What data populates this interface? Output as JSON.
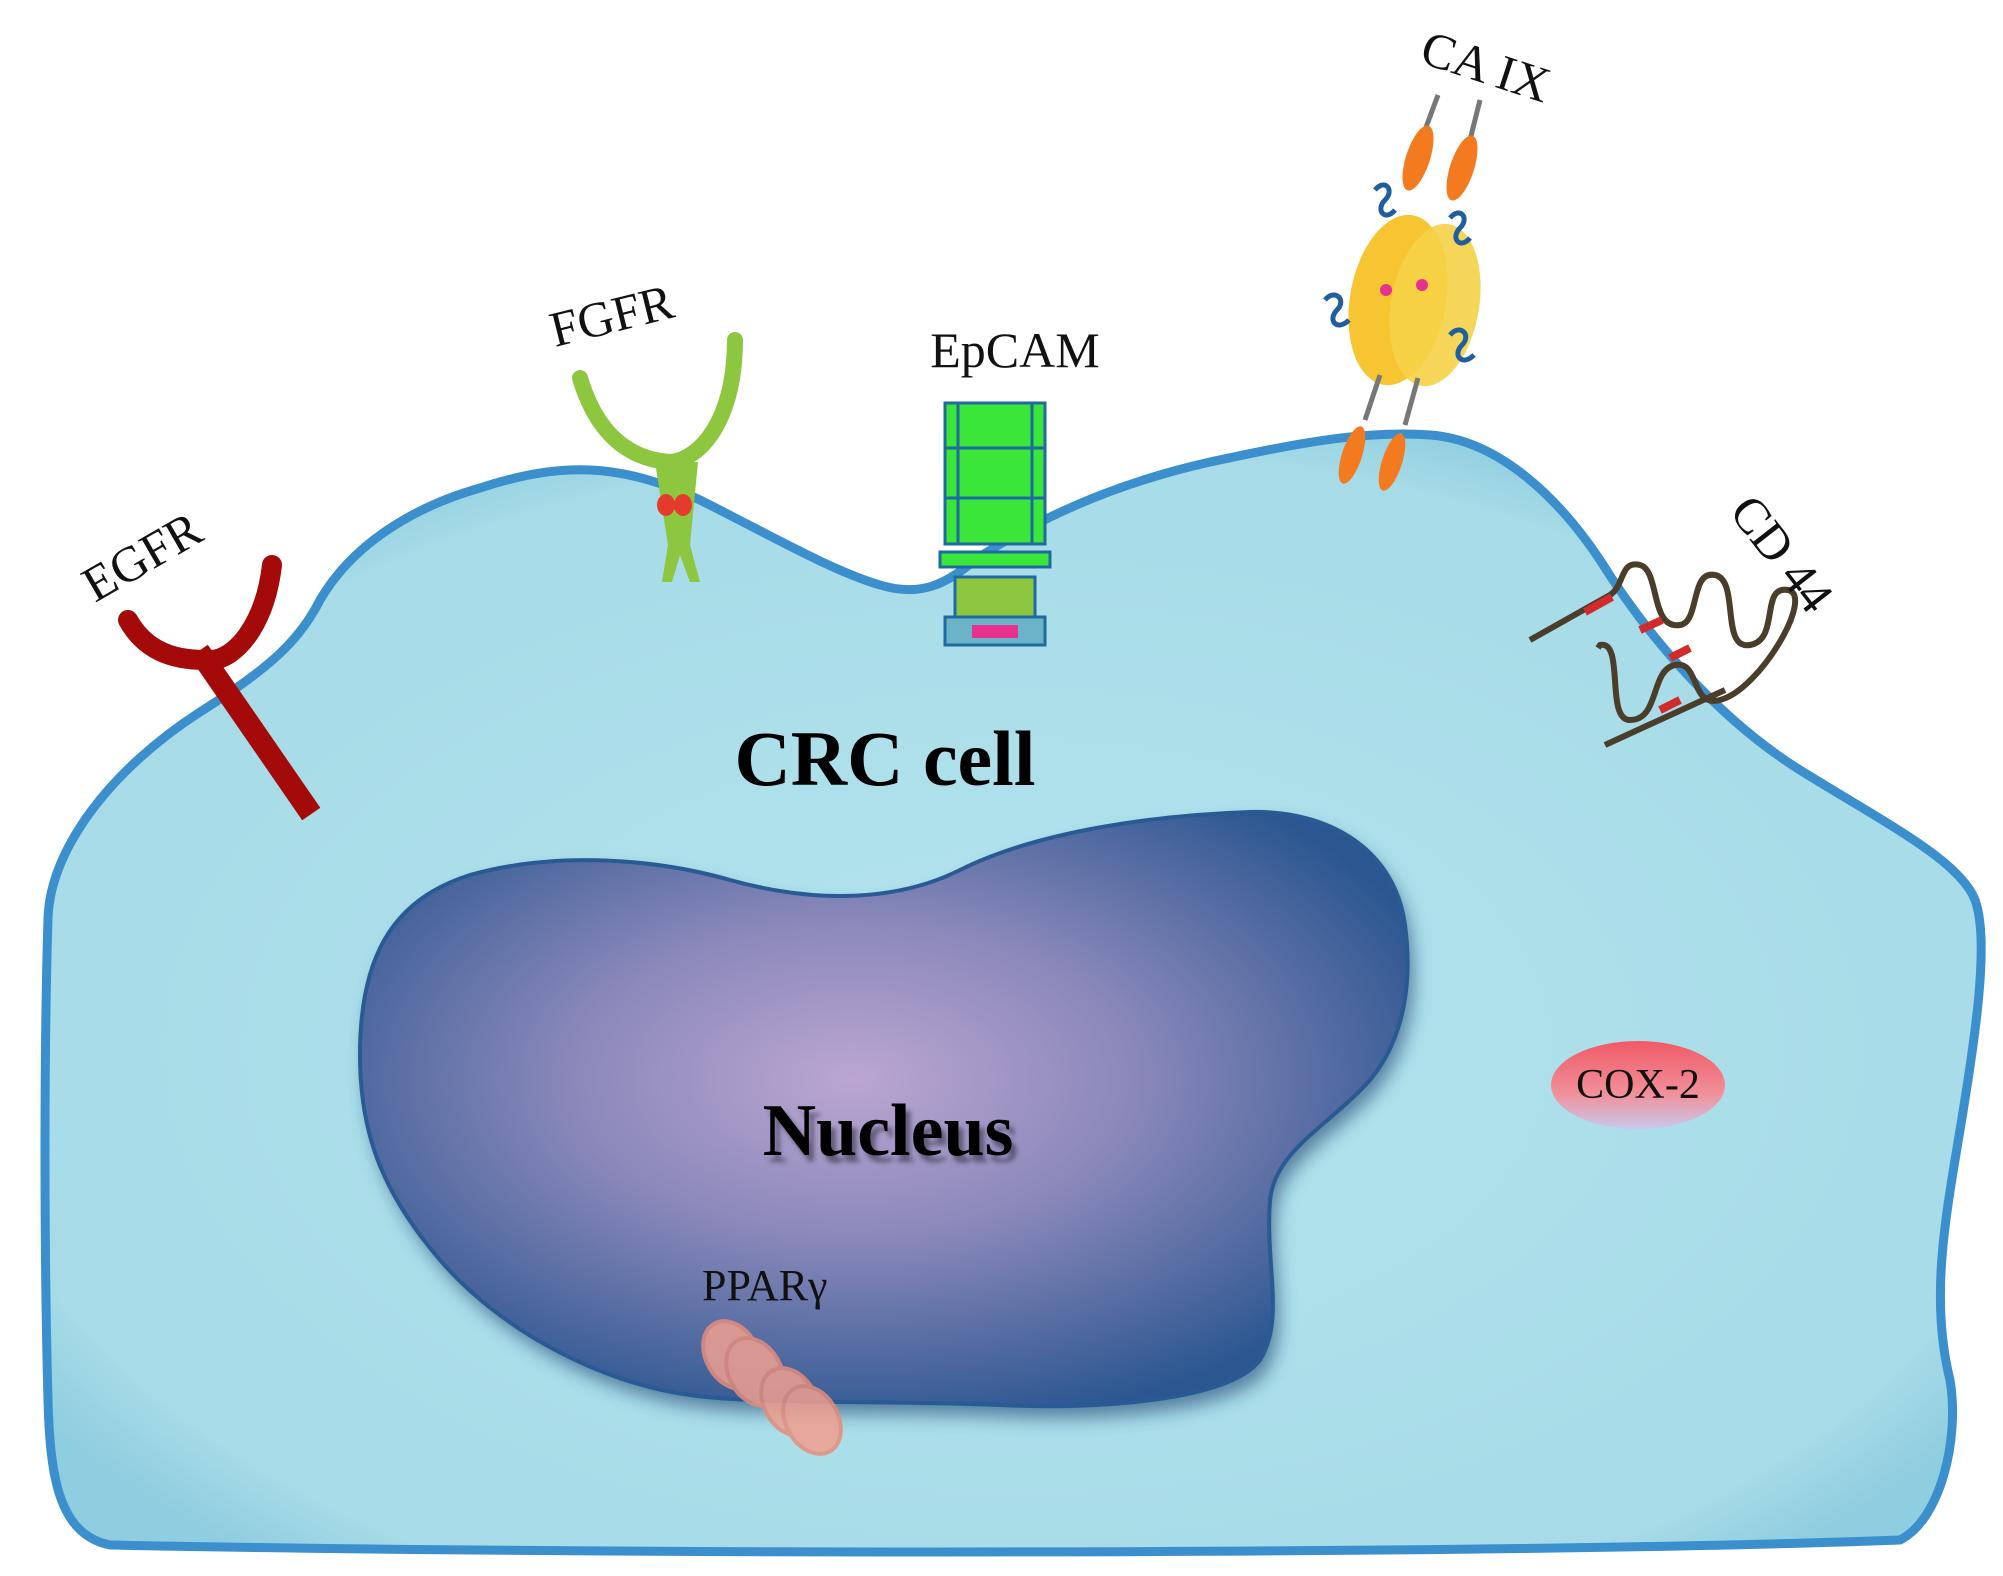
{
  "diagram": {
    "cell_label": "CRC cell",
    "nucleus_label": "Nucleus",
    "markers": {
      "egfr": "EGFR",
      "fgfr": "FGFR",
      "epcam": "EpCAM",
      "ca9": "CA IX",
      "cd44": "CD 44",
      "cox2": "COX-2",
      "ppar": "PPARγ"
    }
  },
  "colors": {
    "cell_fill": "#a8dde8",
    "cell_border": "#3b8fcc",
    "nucleus_edge": "#1f4f86",
    "nucleus_center": "#b9a3cf",
    "egfr": "#a40a0a",
    "fgfr": "#8dc63f",
    "epcam": "#39e639",
    "ca9_body": "#f7c531",
    "ca9_lobe": "#f47a20",
    "cd44": "#4a3d2a",
    "cox2": "#ef6b75"
  }
}
